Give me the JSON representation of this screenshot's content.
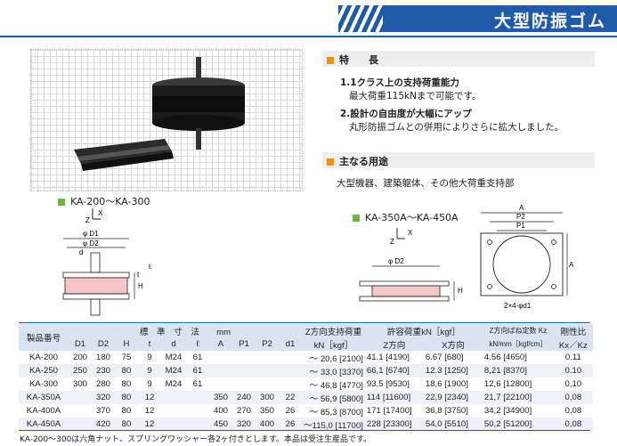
{
  "header": {
    "title": "大型防振ゴム"
  },
  "features": {
    "heading": "特　　長",
    "items": [
      {
        "title": "1.1クラス上の支持荷重能力",
        "desc": "最大荷重115kNまで可能です。"
      },
      {
        "title": "2.設計の自由度が大幅にアップ",
        "desc": "丸形防振ゴムとの併用によりさらに拡大しました。"
      }
    ]
  },
  "uses": {
    "heading": "主なる用途",
    "text": "大型機器、建築躯体、その他大荷重支持部"
  },
  "drawings": {
    "left_label": "KA-200〜KA-300",
    "right_label": "KA-350A〜KA-450A",
    "d1": "φ D1",
    "d2": "φ D2",
    "d2b": "φ D2",
    "d": "d",
    "t": "t",
    "l": "ℓ",
    "h": "H",
    "x": "X",
    "z": "Z",
    "a": "A",
    "p2": "P2",
    "p1": "P1",
    "holes": "2×4-φd1"
  },
  "table": {
    "h_product": "製品番号",
    "h_std": "標　準　寸　法　　mm",
    "h_zload": "Z方向支持荷重",
    "h_zload_unit": "kN［kgf］",
    "h_allow": "許容荷重kN［kgf］",
    "h_zdir": "Z方向",
    "h_xdir": "X方向",
    "h_spring": "Z方向ばね定数 Kz",
    "h_spring_unit": "kN/mm［kgf/cm］",
    "h_ratio": "剛性比",
    "h_ratio_unit": "Kx／Kz",
    "cols": [
      "D1",
      "D2",
      "H",
      "t",
      "d",
      "ℓ",
      "A",
      "P1",
      "P2",
      "d1"
    ],
    "rows": [
      {
        "name": "KA-200",
        "v": [
          "200",
          "180",
          "75",
          "9",
          "M24",
          "61",
          "",
          "",
          "",
          ""
        ],
        "zl": "〜 20,6",
        "zlk": "2100",
        "az": "41.1",
        "azk": "4190",
        "ax": "6.67",
        "axk": "680",
        "kz": "4.56",
        "kzk": "4650",
        "r": "0.11"
      },
      {
        "name": "KA-250",
        "v": [
          "250",
          "230",
          "80",
          "9",
          "M24",
          "61",
          "",
          "",
          "",
          ""
        ],
        "zl": "〜 33,0",
        "zlk": "3370",
        "az": "66,1",
        "azk": "6740",
        "ax": "12.3",
        "axk": "1250",
        "kz": "8,21",
        "kzk": "8370",
        "r": "0.10"
      },
      {
        "name": "KA-300",
        "v": [
          "300",
          "280",
          "80",
          "9",
          "M24",
          "61",
          "",
          "",
          "",
          ""
        ],
        "zl": "〜 46,8",
        "zlk": "4770",
        "az": "93,5",
        "azk": "9530",
        "ax": "18,6",
        "axk": "1900",
        "kz": "12,6",
        "kzk": "12800",
        "r": "0,10"
      },
      {
        "name": "KA-350A",
        "v": [
          "",
          "320",
          "80",
          "12",
          "",
          "",
          "350",
          "240",
          "300",
          "22"
        ],
        "zl": "〜 56,9",
        "zlk": "5800",
        "az": "114",
        "azk": "11600",
        "ax": "22,9",
        "axk": "2340",
        "kz": "21,7",
        "kzk": "22100",
        "r": "0,08"
      },
      {
        "name": "KA-400A",
        "v": [
          "",
          "370",
          "80",
          "12",
          "",
          "",
          "400",
          "270",
          "350",
          "26"
        ],
        "zl": "〜 85,3",
        "zlk": "8700",
        "az": "171",
        "azk": "17400",
        "ax": "36,8",
        "axk": "3750",
        "kz": "34,2",
        "kzk": "34900",
        "r": "0,08"
      },
      {
        "name": "KA-450A",
        "v": [
          "",
          "420",
          "80",
          "12",
          "",
          "",
          "450",
          "320",
          "400",
          "26"
        ],
        "zl": "〜115,0",
        "zlk": "11700",
        "az": "228",
        "azk": "23300",
        "ax": "54,0",
        "axk": "5510",
        "kz": "50,2",
        "kzk": "51200",
        "r": "0,08"
      }
    ]
  },
  "note": "KA-200〜300は六角ナット、スプリングワッシャー各2ヶ付きとします。本品は受注生産品です。"
}
